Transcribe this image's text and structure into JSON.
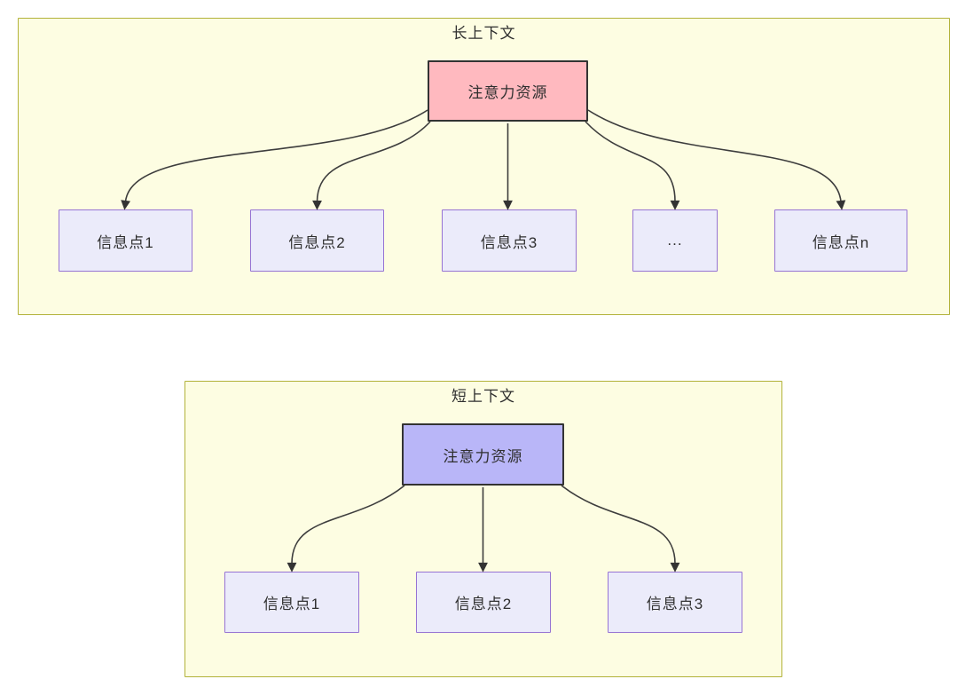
{
  "colors": {
    "container_fill": "#fdfde2",
    "container_border": "#b2b23a",
    "attention_long_fill": "#ffb9bf",
    "attention_short_fill": "#b9b6f8",
    "attention_border": "#333333",
    "node_fill": "#ebebfa",
    "node_border": "#9673d4",
    "arrow_color": "#3d3d3d",
    "text_color": "#2f2f2f",
    "page_background": "#ffffff"
  },
  "sections": {
    "long_context": {
      "title": "长上下文",
      "attention": {
        "label": "注意力资源"
      },
      "nodes": [
        {
          "label": "信息点1"
        },
        {
          "label": "信息点2"
        },
        {
          "label": "信息点3"
        },
        {
          "label": "..."
        },
        {
          "label": "信息点n"
        }
      ]
    },
    "short_context": {
      "title": "短上下文",
      "attention": {
        "label": "注意力资源"
      },
      "nodes": [
        {
          "label": "信息点1"
        },
        {
          "label": "信息点2"
        },
        {
          "label": "信息点3"
        }
      ]
    }
  }
}
